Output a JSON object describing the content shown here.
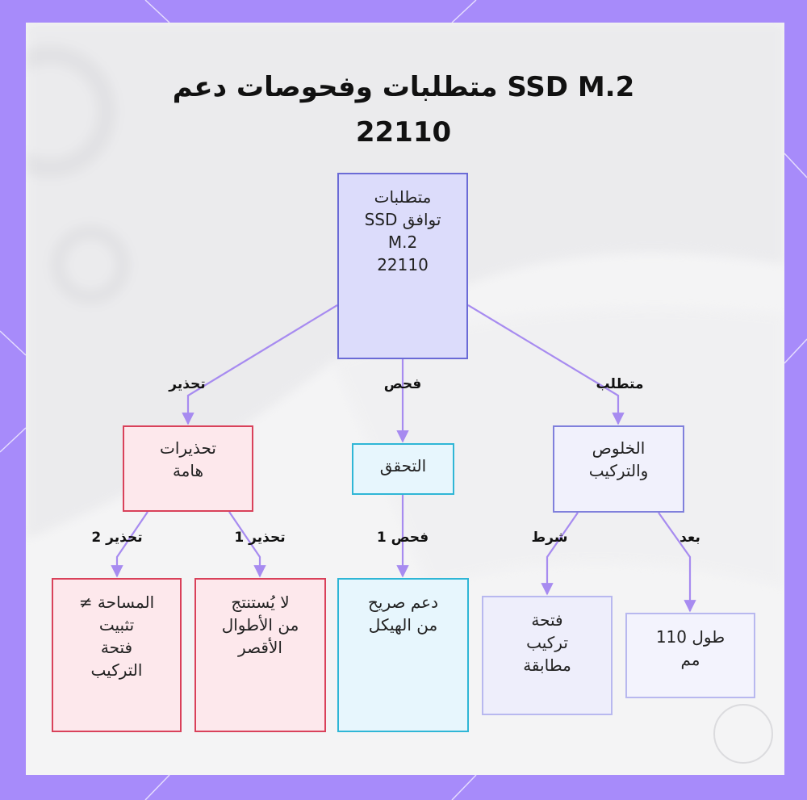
{
  "title": {
    "line1": "متطلبات وفحوصات دعم SSD M.2",
    "line2": "22110"
  },
  "nodes": {
    "root": "متطلبات\nتوافق SSD\nM.2\n22110",
    "warnings": "تحذيرات\nهامة",
    "verify": "التحقق",
    "clearance": "الخلوص\nوالتركيب",
    "area_mismatch": "المساحة ≠\nتثبيت\nفتحة\nالتركيب",
    "no_infer": "لا يُستنتج\nمن الأطوال\nالأقصر",
    "explicit_support": "دعم صريح\nمن الهيكل",
    "matching_slot": "فتحة\nتركيب\nمطابقة",
    "length": "طول 110\nمم"
  },
  "edges": {
    "warning": "تحذير",
    "check": "فحص",
    "requirement": "متطلب",
    "warning_2": "تحذير 2",
    "warning_1": "تحذير 1",
    "check_1": "فحص 1",
    "condition": "شرط",
    "dimension": "بعد"
  },
  "colors": {
    "frame": "#a78bfa",
    "edge": "#a78bf0",
    "root_fill": "#dcdcfb",
    "root_border": "#6b6bd6",
    "warning_fill": "#fde8ec",
    "warning_border": "#d9415a",
    "verify_fill": "#e7f6fd",
    "verify_border": "#2fb6d6",
    "req_border": "#8080dc"
  }
}
